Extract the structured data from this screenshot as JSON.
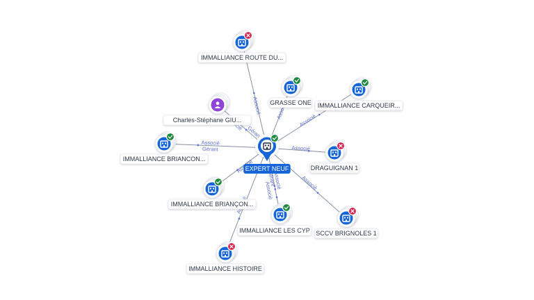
{
  "colors": {
    "company": "#1565d8",
    "person": "#8e44d6",
    "edge": "#5a6b86",
    "active": "#1b8a3c",
    "inactive": "#d81e4a",
    "center": "#1565d8"
  },
  "center": {
    "label": "EXPERT NEUF",
    "icon": "building-icon",
    "status": "active"
  },
  "nodes": [
    {
      "id": "route-du",
      "label": "IMMALLIANCE ROUTE DU...",
      "kind": "company",
      "status": "inactive"
    },
    {
      "id": "grasse-one",
      "label": "GRASSE ONE",
      "kind": "company",
      "status": "active"
    },
    {
      "id": "carqueir",
      "label": "IMMALLIANCE CARQUEIR...",
      "kind": "company",
      "status": "active"
    },
    {
      "id": "charles",
      "label": "Charles-Stéphane GIU...",
      "kind": "person",
      "status": ""
    },
    {
      "id": "briancon-1",
      "label": "IMMALLIANCE BRIANCON...",
      "kind": "company",
      "status": "active"
    },
    {
      "id": "draguignan",
      "label": "DRAGUIGNAN 1",
      "kind": "company",
      "status": "inactive"
    },
    {
      "id": "briancon-2",
      "label": "IMMALLIANCE BRIANÇON...",
      "kind": "company",
      "status": "active"
    },
    {
      "id": "les-cyp",
      "label": "IMMALLIANCE LES CYP",
      "kind": "company",
      "status": "active"
    },
    {
      "id": "sccv-brignoles",
      "label": "SCCV BRIGNOLES 1",
      "kind": "company",
      "status": "inactive"
    },
    {
      "id": "histoire",
      "label": "IMMALLIANCE HISTOIRE",
      "kind": "company",
      "status": "inactive"
    }
  ],
  "edges": [
    {
      "to": "route-du",
      "labels": [
        "Associé"
      ]
    },
    {
      "to": "grasse-one",
      "labels": [
        "Associé"
      ]
    },
    {
      "to": "carqueir",
      "labels": [
        "Associé"
      ]
    },
    {
      "to": "charles",
      "labels": [
        "Associé",
        "Gérant"
      ]
    },
    {
      "to": "briancon-1",
      "labels": [
        "Gérant",
        "Associé"
      ]
    },
    {
      "to": "draguignan",
      "labels": [
        "Associé"
      ]
    },
    {
      "to": "briancon-2",
      "labels": [
        "Associé"
      ]
    },
    {
      "to": "les-cyp",
      "labels": [
        "Associé",
        "Gérant",
        "Associé"
      ]
    },
    {
      "to": "sccv-brignoles",
      "labels": [
        "Associé"
      ]
    },
    {
      "to": "histoire",
      "labels": [
        "Associé"
      ]
    }
  ]
}
